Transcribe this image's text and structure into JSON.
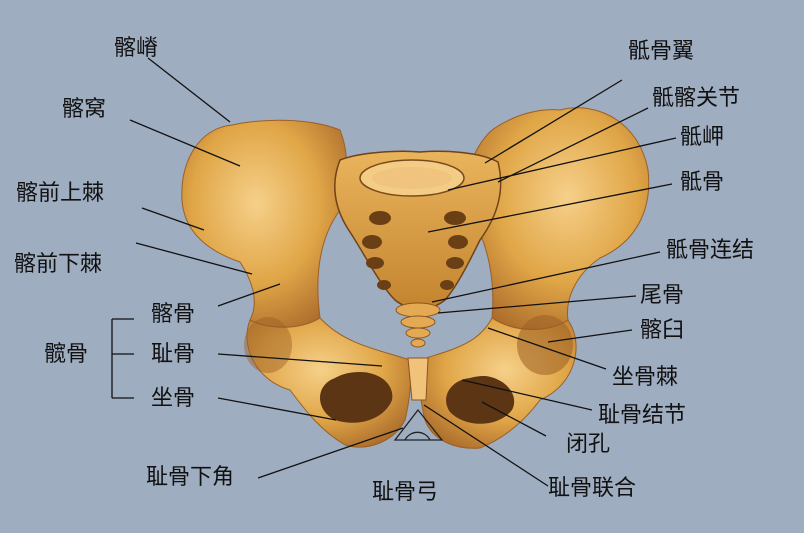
{
  "labels": {
    "ilium_crest": "髂嵴",
    "iliac_fossa": "髂窝",
    "asis": "髂前上棘",
    "aiis": "髂前下棘",
    "ilium": "髂骨",
    "hip_bone": "髋骨",
    "pubis": "耻骨",
    "ischium": "坐骨",
    "subpubic_angle": "耻骨下角",
    "pubic_arch": "耻骨弓",
    "sacral_ala": "骶骨翼",
    "si_joint": "骶髂关节",
    "promontory": "骶岬",
    "sacrum": "骶骨",
    "sacral_symphysis": "骶骨连结",
    "coccyx": "尾骨",
    "acetabulum": "髂臼",
    "ischial_spine": "坐骨棘",
    "pubic_tubercle": "耻骨结节",
    "obturator_foramen": "闭孔",
    "pubic_symphysis": "耻骨联合"
  },
  "colors": {
    "background": "#9fadc0",
    "bone_light": "#f3c779",
    "bone_mid": "#d99a3c",
    "bone_dark": "#8a5620",
    "leader_line": "#111111"
  }
}
